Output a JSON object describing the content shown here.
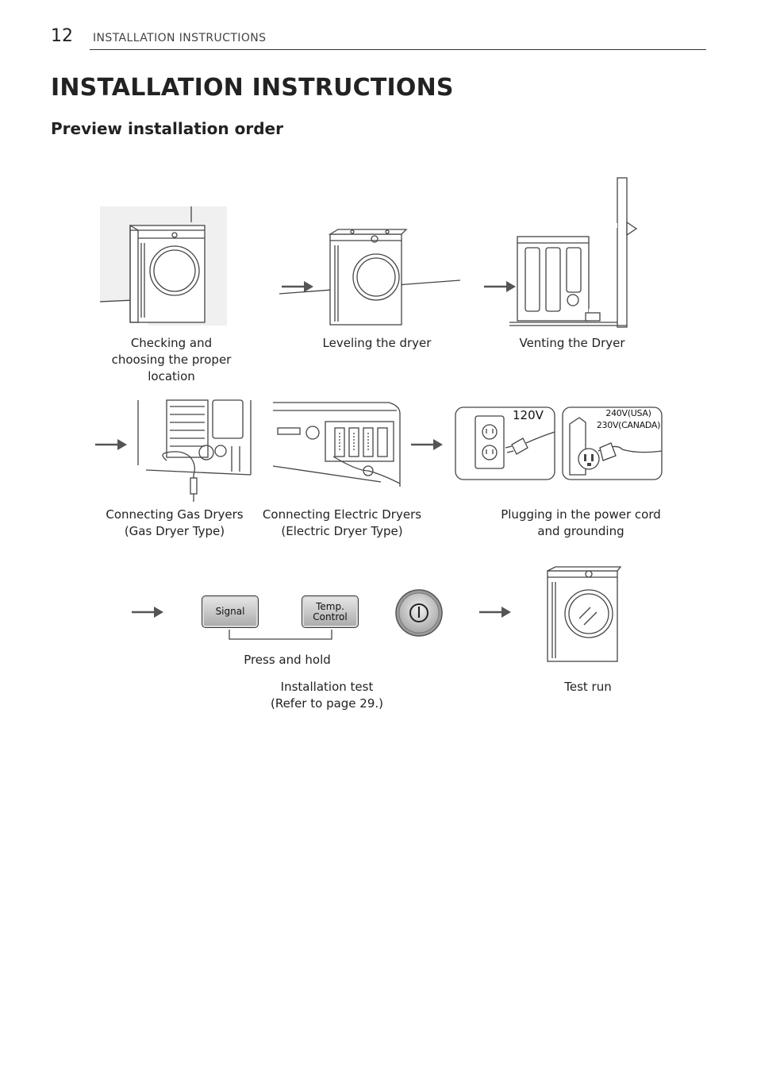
{
  "header": {
    "page_number": "12",
    "running_title": "INSTALLATION INSTRUCTIONS"
  },
  "title": "INSTALLATION INSTRUCTIONS",
  "section_title": "Preview installation order",
  "steps": [
    {
      "caption": "Checking and\nchoosing the proper\nlocation"
    },
    {
      "caption": "Leveling the dryer"
    },
    {
      "caption": "Venting the Dryer"
    },
    {
      "caption": "Connecting Gas Dryers\n(Gas Dryer Type)"
    },
    {
      "caption": "Connecting Electric Dryers\n(Electric Dryer Type)"
    },
    {
      "caption": "Plugging in the power cord\nand grounding"
    },
    {
      "caption": "Installation test\n(Refer to page 29.)"
    },
    {
      "caption": "Test run"
    }
  ],
  "plug": {
    "label_120": "120V",
    "label_240": "240V(USA)\n230V(CANADA)"
  },
  "buttons": {
    "signal": "Signal",
    "temp_control": "Temp.\nControl",
    "press_and_hold": "Press and hold"
  },
  "icons": {
    "arrow": "arrow-right-icon",
    "power": "power-icon"
  }
}
